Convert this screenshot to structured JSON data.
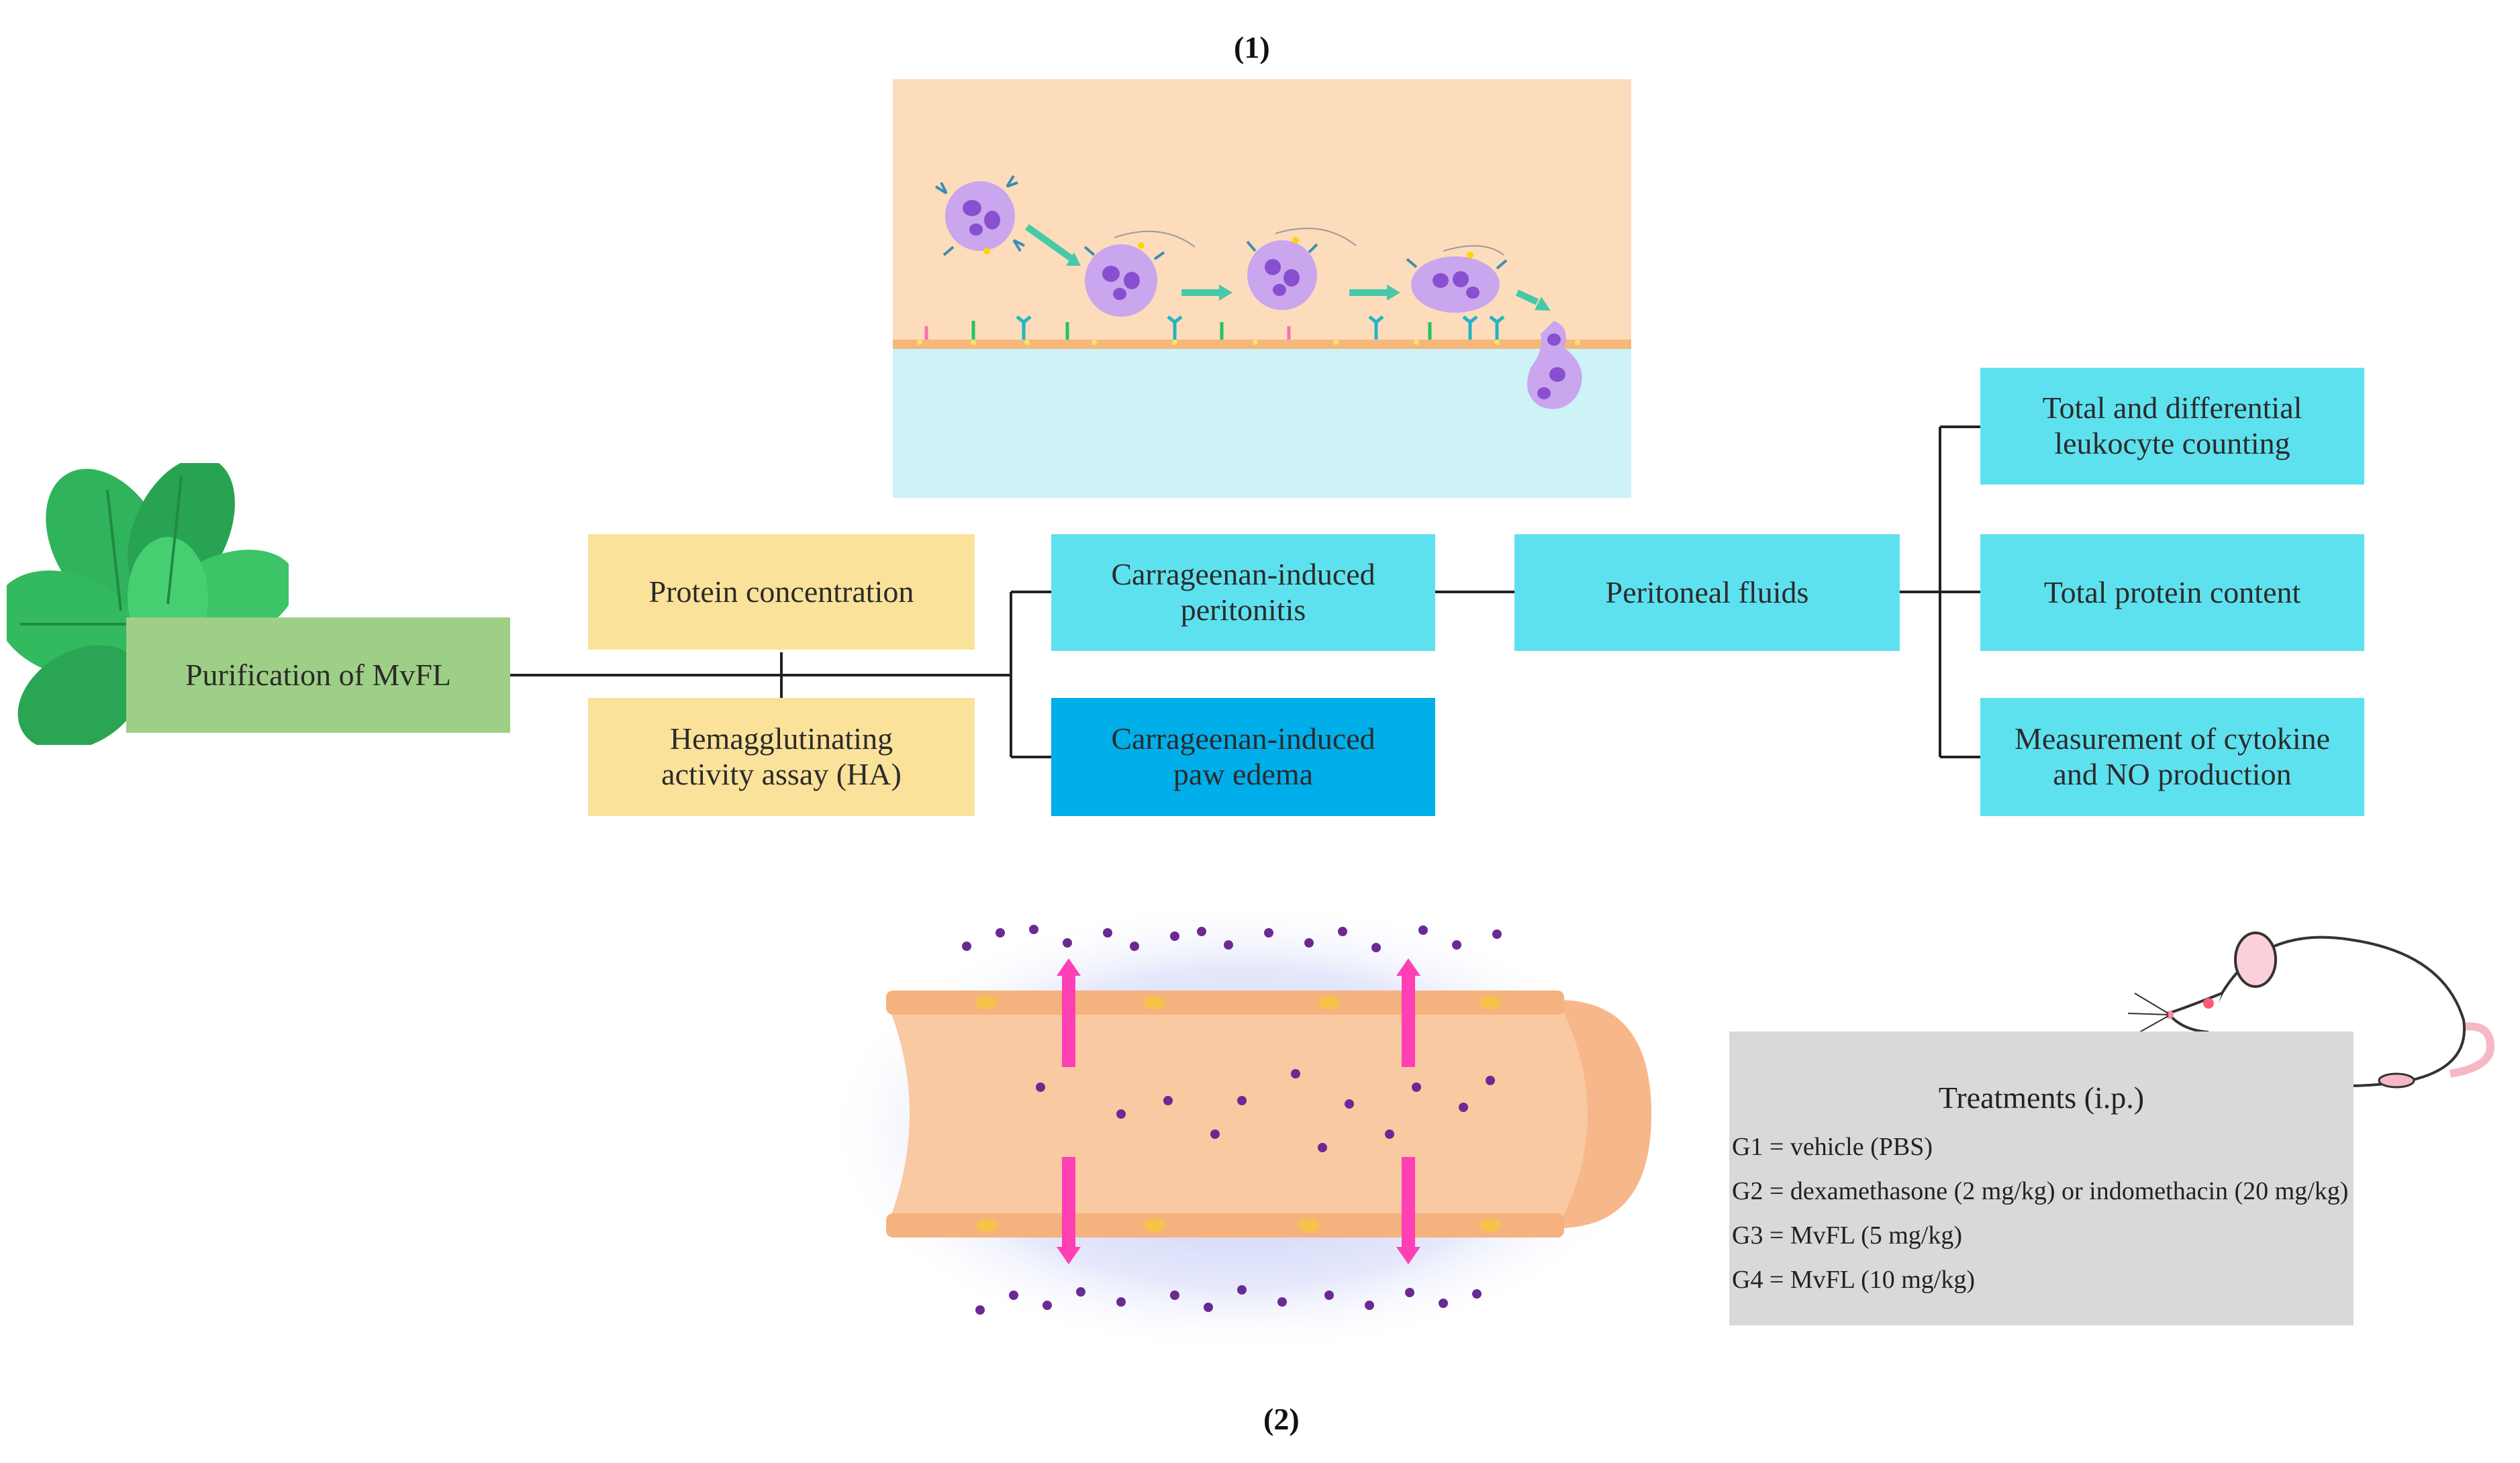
{
  "panel_labels": {
    "top": "(1)",
    "bottom": "(2)"
  },
  "boxes": {
    "purification": "Purification of MvFL",
    "protein_concentration": "Protein concentration",
    "ha_line1": "Hemagglutinating",
    "ha_line2": "activity assay (HA)",
    "peritonitis_line1": "Carrageenan-induced",
    "peritonitis_line2": "peritonitis",
    "paw_edema_line1": "Carrageenan-induced",
    "paw_edema_line2": "paw edema",
    "peritoneal_fluids": "Peritoneal fluids",
    "leukocyte_line1": "Total and differential",
    "leukocyte_line2": "leukocyte counting",
    "total_protein": "Total protein content",
    "cytokine_line1": "Measurement of cytokine",
    "cytokine_line2": "and NO production"
  },
  "treatments": {
    "title": "Treatments (i.p.)",
    "groups": [
      "G1 = vehicle (PBS)",
      "G2 = dexamethasone (2 mg/kg) or indomethacin (20 mg/kg)",
      "G3 = MvFL (5 mg/kg)",
      "G4 = MvFL (10 mg/kg)"
    ]
  },
  "colors": {
    "yellow_box": "#fbe29a",
    "cyan_box": "#5ee1ef",
    "blue_box": "#00aeea",
    "green_box": "#9ecf86",
    "treatment_panel": "#d9d9d9",
    "cell_purple": "#c9a6ee",
    "arrow_pink": "#ff3fb4",
    "particle_purple": "#6a2a93",
    "vessel_peach": "#f9c9a2",
    "panel_peach": "#fddcbc",
    "panel_blue": "#cdf3f9"
  }
}
